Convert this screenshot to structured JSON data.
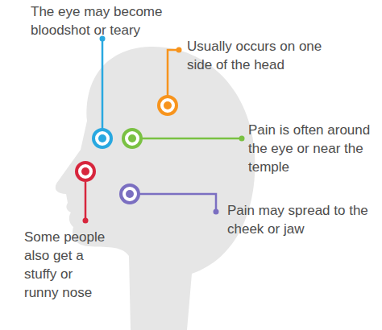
{
  "diagram": {
    "labels": [
      "The eye may become bloodshot or teary",
      "Usually occurs on one side of the head",
      "Pain is often around the eye or near the temple",
      "Pain may spread to the cheek or jaw",
      "Some people also get a stuffy or runny nose"
    ]
  }
}
